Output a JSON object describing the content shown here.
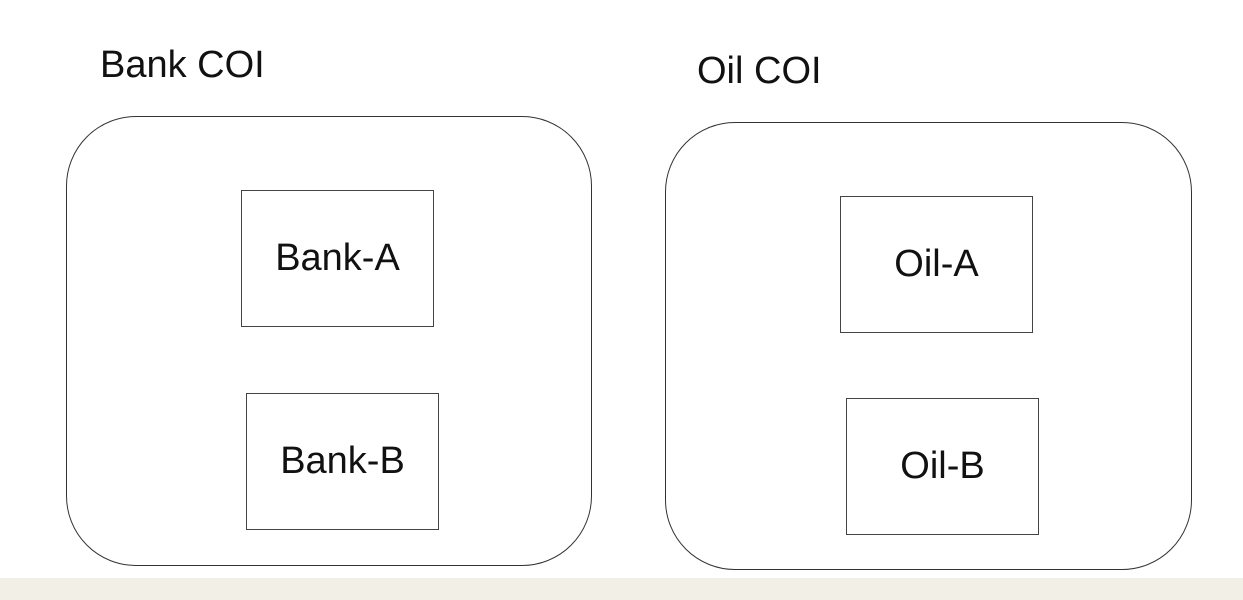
{
  "groups": [
    {
      "label": "Bank COI",
      "items": [
        "Bank-A",
        "Bank-B"
      ]
    },
    {
      "label": "Oil COI",
      "items": [
        "Oil-A",
        "Oil-B"
      ]
    }
  ]
}
